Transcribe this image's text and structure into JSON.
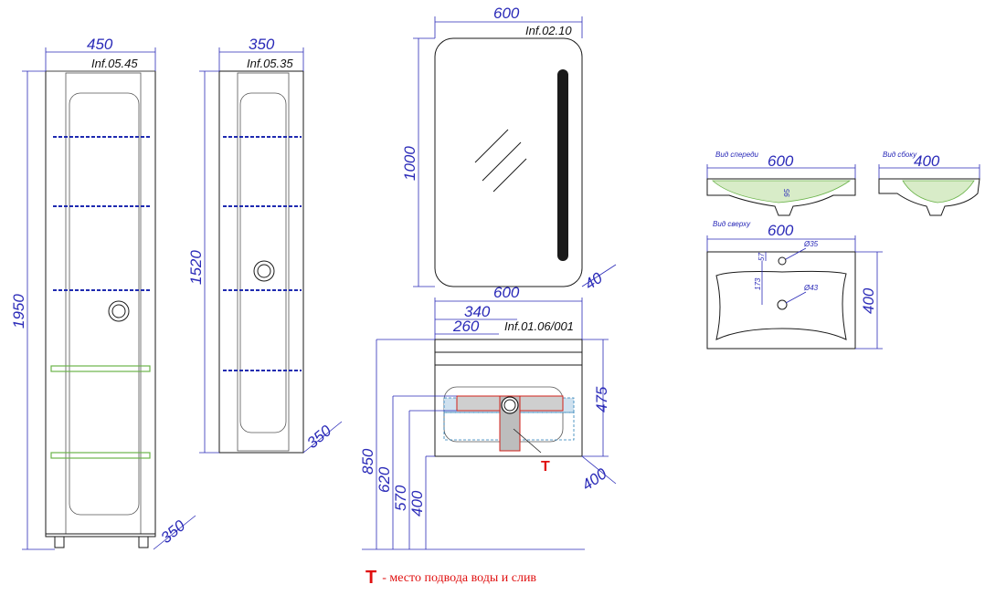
{
  "cabinet_tall": {
    "code": "Inf.05.45",
    "width": "450",
    "height": "1950",
    "depth": "350"
  },
  "cabinet_narrow": {
    "code": "Inf.05.35",
    "width": "350",
    "height": "1520",
    "depth": "350"
  },
  "mirror": {
    "code": "Inf.02.10",
    "width": "600",
    "height": "1000",
    "depth": "40"
  },
  "vanity": {
    "code": "Inf.01.06/001",
    "width": "600",
    "offset_340": "340",
    "offset_260": "260",
    "height_850": "850",
    "height_620": "620",
    "height_570": "570",
    "height_400": "400",
    "body_height": "475",
    "depth": "400",
    "marker": "T"
  },
  "basin": {
    "front_view_label": "Вид спереди",
    "front_width": "600",
    "front_depth_small": "95",
    "side_view_label": "Вид сбоку",
    "side_width": "400",
    "top_view_label": "Вид сверху",
    "top_width": "600",
    "top_depth": "400",
    "hole_35": "Ø35",
    "hole_43": "Ø43",
    "dim_57": "57",
    "dim_173": "173"
  },
  "legend": {
    "marker": "T",
    "text": "- место подвода воды и слив"
  }
}
